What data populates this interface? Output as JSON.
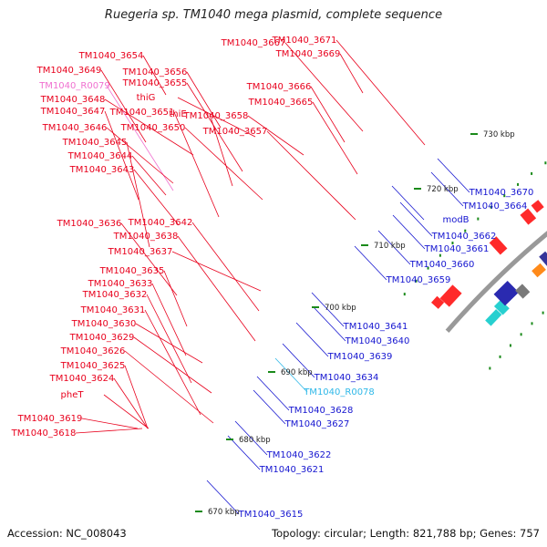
{
  "title": "Ruegeria sp. TM1040 mega plasmid, complete sequence",
  "footer": {
    "accession": "Accession: NC_008043",
    "topology": "Topology: circular; Length: 821,788 bp; Genes: 757"
  },
  "colors": {
    "forward": "#e8001c",
    "reverse": "#1515d0",
    "rna": "#f070d0",
    "trna": "#2fb8e8",
    "backbone": "#999999",
    "tick": "#1a8a1a"
  },
  "kbp_ticks": [
    {
      "label": "670 kbp"
    },
    {
      "label": "680 kbp"
    },
    {
      "label": "690 kbp"
    },
    {
      "label": "700 kbp"
    },
    {
      "label": "710 kbp"
    },
    {
      "label": "720 kbp"
    },
    {
      "label": "730 kbp"
    }
  ],
  "labels_left": [
    {
      "text": "TM1040_3654",
      "color": "red"
    },
    {
      "text": "TM1040_3656",
      "color": "red"
    },
    {
      "text": "TM1040_3649",
      "color": "red"
    },
    {
      "text": "TM1040_3655",
      "color": "red"
    },
    {
      "text": "TM1040_R0079",
      "color": "pink"
    },
    {
      "text": "thiG",
      "color": "red"
    },
    {
      "text": "TM1040_3648",
      "color": "red"
    },
    {
      "text": "thiE",
      "color": "red"
    },
    {
      "text": "TM1040_3647",
      "color": "red"
    },
    {
      "text": "TM1040_3651",
      "color": "red"
    },
    {
      "text": "TM1040_3658",
      "color": "red"
    },
    {
      "text": "TM1040_3646",
      "color": "red"
    },
    {
      "text": "TM1040_3650",
      "color": "red"
    },
    {
      "text": "TM1040_3657",
      "color": "red"
    },
    {
      "text": "TM1040_3645",
      "color": "red"
    },
    {
      "text": "TM1040_3644",
      "color": "red"
    },
    {
      "text": "TM1040_3643",
      "color": "red"
    },
    {
      "text": "TM1040_3636",
      "color": "red"
    },
    {
      "text": "TM1040_3642",
      "color": "red"
    },
    {
      "text": "TM1040_3638",
      "color": "red"
    },
    {
      "text": "TM1040_3637",
      "color": "red"
    },
    {
      "text": "TM1040_3635",
      "color": "red"
    },
    {
      "text": "TM1040_3633",
      "color": "red"
    },
    {
      "text": "TM1040_3632",
      "color": "red"
    },
    {
      "text": "TM1040_3631",
      "color": "red"
    },
    {
      "text": "TM1040_3630",
      "color": "red"
    },
    {
      "text": "TM1040_3629",
      "color": "red"
    },
    {
      "text": "TM1040_3626",
      "color": "red"
    },
    {
      "text": "TM1040_3625",
      "color": "red"
    },
    {
      "text": "TM1040_3624",
      "color": "red"
    },
    {
      "text": "pheT",
      "color": "red"
    },
    {
      "text": "TM1040_3619",
      "color": "red"
    },
    {
      "text": "TM1040_3618",
      "color": "red"
    },
    {
      "text": "TM1040_3667",
      "color": "red"
    },
    {
      "text": "TM1040_3671",
      "color": "red"
    },
    {
      "text": "TM1040_3669",
      "color": "red"
    },
    {
      "text": "TM1040_3666",
      "color": "red"
    },
    {
      "text": "TM1040_3665",
      "color": "red"
    }
  ],
  "labels_right": [
    {
      "text": "TM1040_3670",
      "color": "blue"
    },
    {
      "text": "TM1040_3664",
      "color": "blue"
    },
    {
      "text": "modB",
      "color": "blue"
    },
    {
      "text": "TM1040_3662",
      "color": "blue"
    },
    {
      "text": "TM1040_3661",
      "color": "blue"
    },
    {
      "text": "TM1040_3660",
      "color": "blue"
    },
    {
      "text": "TM1040_3659",
      "color": "blue"
    },
    {
      "text": "TM1040_3641",
      "color": "blue"
    },
    {
      "text": "TM1040_3640",
      "color": "blue"
    },
    {
      "text": "TM1040_3639",
      "color": "blue"
    },
    {
      "text": "TM1040_3634",
      "color": "blue"
    },
    {
      "text": "TM1040_R0078",
      "color": "cyan"
    },
    {
      "text": "TM1040_3628",
      "color": "blue"
    },
    {
      "text": "TM1040_3627",
      "color": "blue"
    },
    {
      "text": "TM1040_3622",
      "color": "blue"
    },
    {
      "text": "TM1040_3621",
      "color": "blue"
    },
    {
      "text": "TM1040_3615",
      "color": "blue"
    }
  ]
}
